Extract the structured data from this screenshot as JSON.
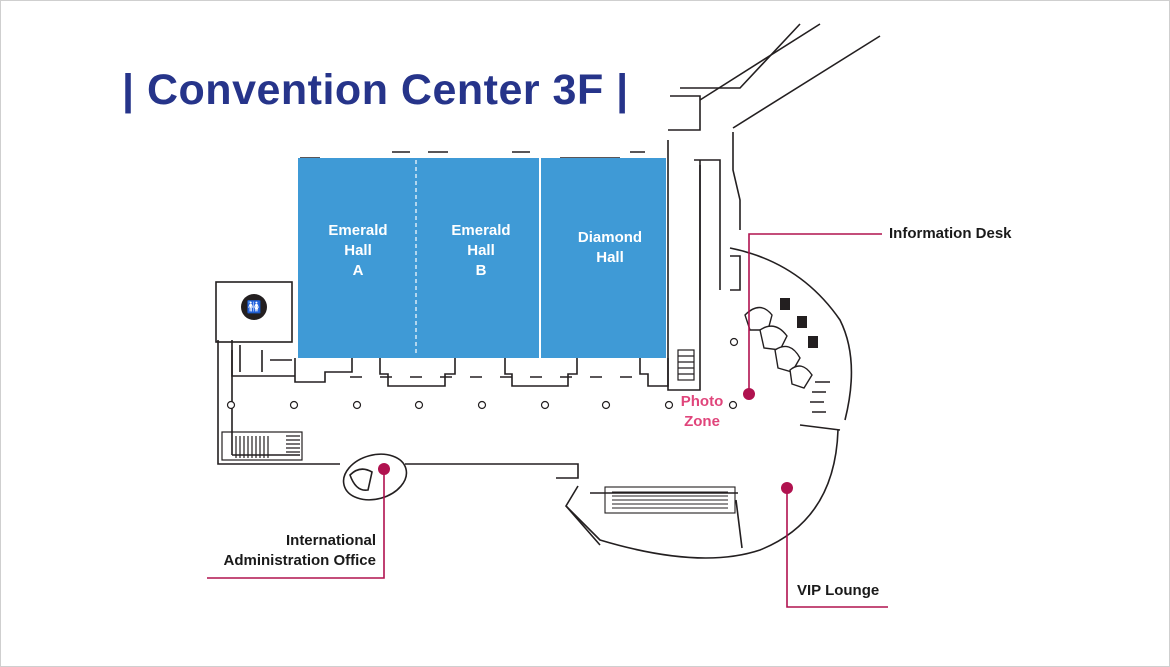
{
  "title": "| Convention Center 3F |",
  "halls": [
    {
      "id": "emerald-a",
      "lines": [
        "Emerald",
        "Hall",
        "A"
      ]
    },
    {
      "id": "emerald-b",
      "lines": [
        "Emerald",
        "Hall",
        "B"
      ]
    },
    {
      "id": "diamond",
      "lines": [
        "Diamond",
        "Hall"
      ]
    }
  ],
  "callouts": {
    "information_desk": "Information Desk",
    "vip_lounge": "VIP Lounge",
    "international_office_line1": "International",
    "international_office_line2": "Administration Office",
    "photo_zone_line1": "Photo",
    "photo_zone_line2": "Zone"
  },
  "colors": {
    "title": "#26348a",
    "hall_fill": "#3f9ad6",
    "marker": "#b0124f",
    "photo_zone": "#e0457b",
    "wall": "#231f20"
  },
  "icons": {
    "restroom": "restroom-icon",
    "elevator": "elevator-icon",
    "escalator": "escalator-icon"
  }
}
